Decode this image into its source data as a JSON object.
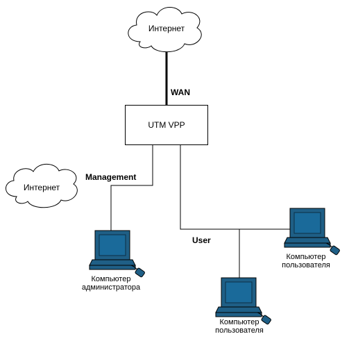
{
  "nodes": {
    "internet_top": {
      "label": "Интернет"
    },
    "internet_left": {
      "label": "Интернет"
    },
    "utm": {
      "label": "UTM VPP"
    },
    "admin_pc": {
      "line1": "Компьютер",
      "line2": "администратора"
    },
    "user_pc_right": {
      "line1": "Компьютер",
      "line2": "пользователя"
    },
    "user_pc_bottom": {
      "line1": "Компьютер",
      "line2": "пользователя"
    }
  },
  "links": {
    "wan": "WAN",
    "management": "Management",
    "user": "User"
  },
  "colors": {
    "monitor_fill": "#1f5f86",
    "screen_fill": "#1a6a9a",
    "outline": "#000000"
  }
}
